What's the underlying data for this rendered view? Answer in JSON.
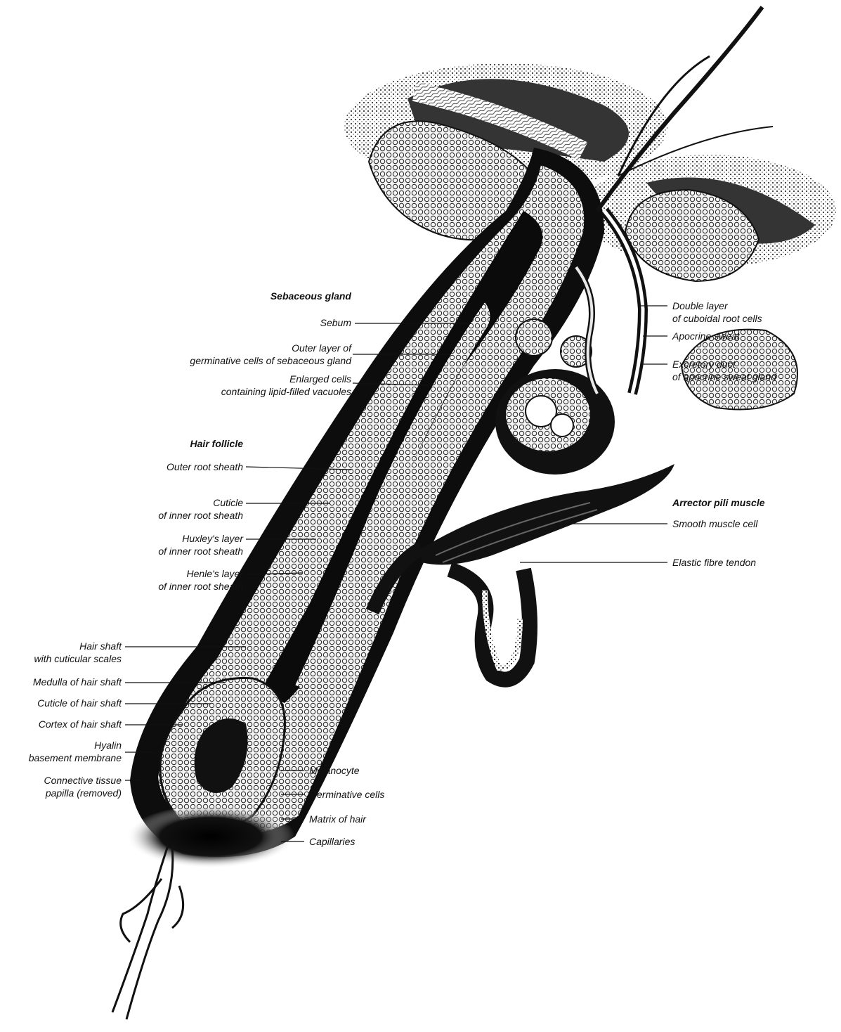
{
  "diagram": {
    "labels": {
      "sebaceous_gland_heading": "Sebaceous gland",
      "sebum": "Sebum",
      "outer_layer": [
        "Outer layer of",
        "germinative cells of sebaceous gland"
      ],
      "enlarged_cells": [
        "Enlarged cells",
        "containing lipid-filled vacuoles"
      ],
      "hair_follicle_heading": "Hair follicle",
      "outer_root_sheath": "Outer root sheath",
      "cuticle_inner": [
        "Cuticle",
        "of inner root sheath"
      ],
      "huxley": [
        "Huxley's layer",
        "of inner root sheath"
      ],
      "henle": [
        "Henle's layer",
        "of inner root sheath"
      ],
      "hair_shaft": [
        "Hair shaft",
        "with cuticular scales"
      ],
      "medulla": "Medulla of hair shaft",
      "cuticle_shaft": "Cuticle of hair shaft",
      "cortex": "Cortex of hair shaft",
      "hyalin": [
        "Hyalin",
        "basement membrane"
      ],
      "papilla": [
        "Connective tissue",
        "papilla (removed)"
      ],
      "melanocyte": "Melanocyte",
      "germinative": "Germinative cells",
      "matrix": "Matrix of hair",
      "capillaries": "Capillaries",
      "double_layer": [
        "Double layer",
        "of cuboidal root cells"
      ],
      "apocrine": "Apocrine sweat",
      "excretory": [
        "Excretory duct",
        "of apocrine sweat gland"
      ],
      "arrector_heading": "Arrector pili muscle",
      "smooth_muscle": "Smooth muscle cell",
      "elastic_tendon": "Elastic fibre tendon"
    }
  }
}
